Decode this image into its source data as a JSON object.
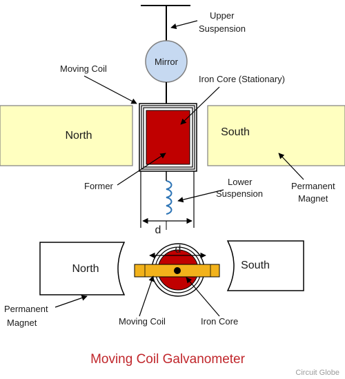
{
  "labels": {
    "upper_suspension_1": "Upper",
    "upper_suspension_2": "Suspension",
    "mirror": "Mirror",
    "moving_coil_top": "Moving Coil",
    "iron_core_stationary": "Iron Core (Stationary)",
    "north_top": "North",
    "south_top": "South",
    "former": "Former",
    "lower_suspension_1": "Lower",
    "lower_suspension_2": "Suspension",
    "permanent_magnet_right_1": "Permanent",
    "permanent_magnet_right_2": "Magnet",
    "d_top": "d",
    "north_bottom": "North",
    "south_bottom": "South",
    "d_bottom": "d",
    "permanent_magnet_left_1": "Permanent",
    "permanent_magnet_left_2": "Magnet",
    "moving_coil_bottom": "Moving Coil",
    "iron_core_bottom": "Iron Core"
  },
  "title": "Moving Coil Galvanometer",
  "watermark": "Circuit Globe",
  "colors": {
    "magnet_fill": "#ffffc0",
    "mirror_fill": "#c6d9f1",
    "core_fill": "#c00000",
    "coil_bar": "#f2b21b",
    "spring": "#2e75b6",
    "title": "#c0262b"
  }
}
